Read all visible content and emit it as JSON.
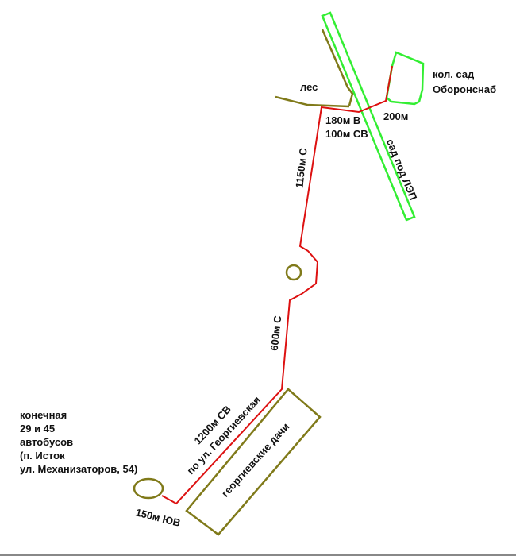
{
  "colors": {
    "route": "#dd1111",
    "green": "#33ee33",
    "olive": "#807a1a",
    "text": "#111111"
  },
  "labels": {
    "forest": "лес",
    "garden_line1": "кол. сад",
    "garden_line2": "Оборонснаб",
    "seg_180": "180м В",
    "seg_100": "100м СВ",
    "seg_200": "200м",
    "power_line_garden": "сад под ЛЭП",
    "seg_1150": "1150м С",
    "seg_600": "600м С",
    "seg_1200": "1200м СВ",
    "street": "по ул. Георгиевская",
    "dachas": "георгиевские дачи",
    "seg_150": "150м ЮВ",
    "terminal": [
      "конечная",
      "29 и 45",
      "автобусов",
      "(п. Исток",
      "ул. Механизаторов, 54)"
    ]
  }
}
